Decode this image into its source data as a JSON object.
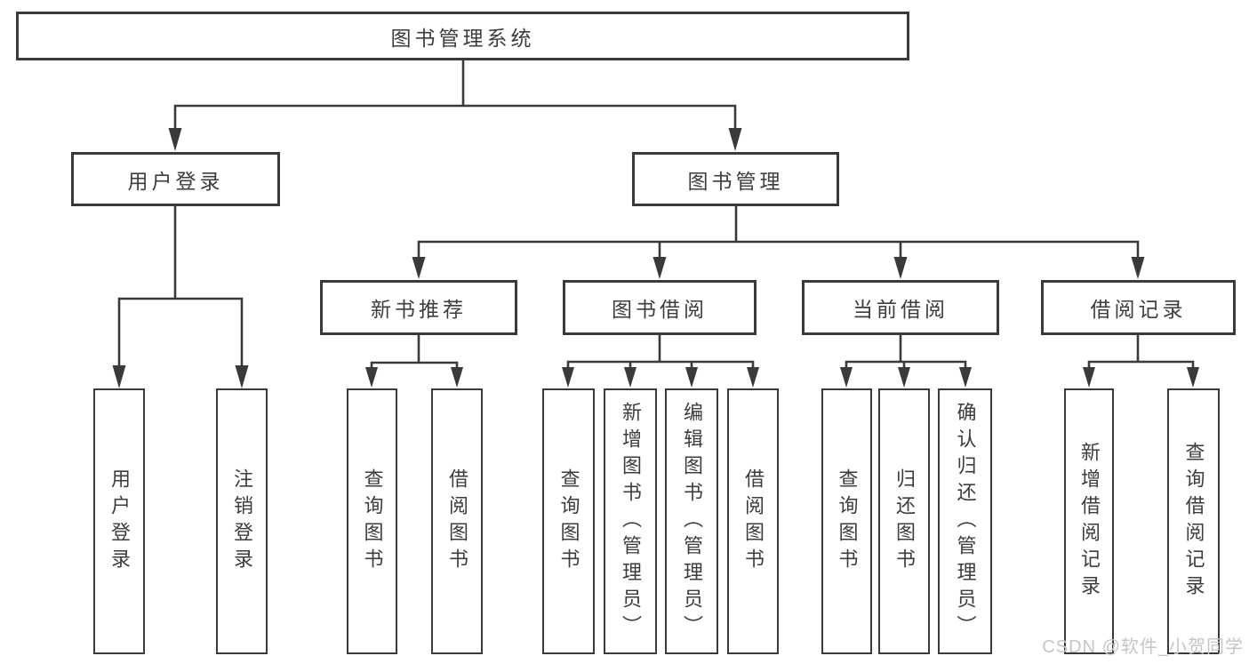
{
  "diagram": {
    "root": "图书管理系统",
    "level2": [
      "用户登录",
      "图书管理"
    ],
    "level3": [
      "新书推荐",
      "图书借阅",
      "当前借阅",
      "借阅记录"
    ],
    "leaves": {
      "user_login": [
        "用户登录",
        "注销登录"
      ],
      "new_books": [
        "查询图书",
        "借阅图书"
      ],
      "book_borrow": [
        "查询图书",
        "新增图书（管理员）",
        "编辑图书（管理员）",
        "借阅图书"
      ],
      "current_borrow": [
        "查询图书",
        "归还图书",
        "确认归还（管理员）"
      ],
      "borrow_records": [
        "新增借阅记录",
        "查询借阅记录"
      ]
    }
  },
  "watermark": "CSDN @软件_小贺同学",
  "colors": {
    "line": "#3a3a3a",
    "text": "#3d3d3d",
    "watermark": "#c6c6c6",
    "background": "#ffffff"
  }
}
